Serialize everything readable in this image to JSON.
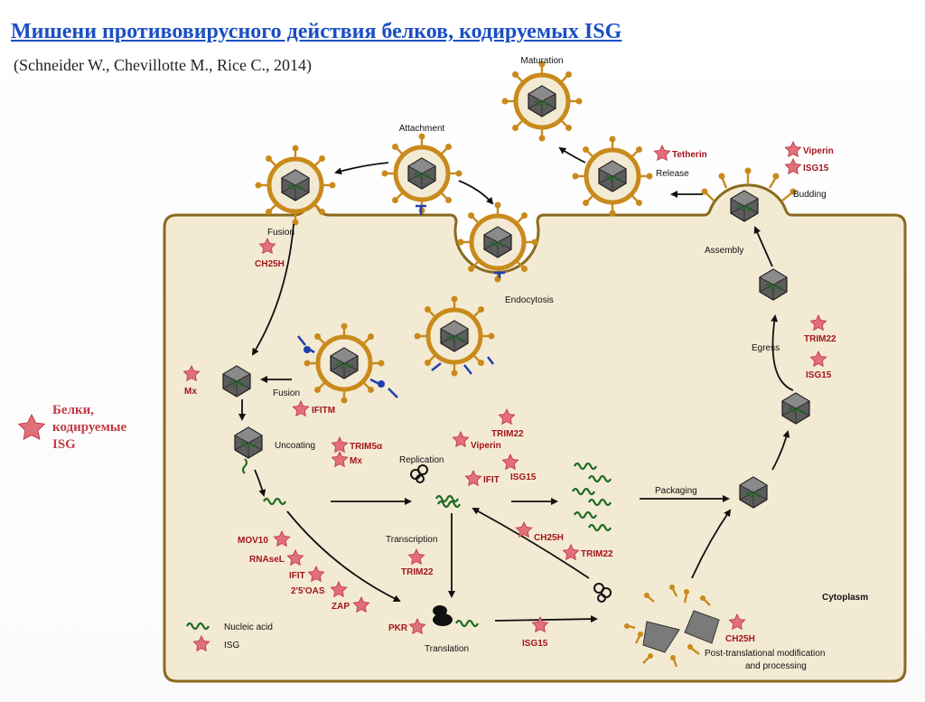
{
  "title": "Мишени противовирусного действия белков, кодируемых ISG",
  "citation": "(Schneider  W., Chevillotte M., Rice C., 2014)",
  "side_legend": {
    "line1": "Белки,",
    "line2": "кодируемые",
    "line3": "ISG"
  },
  "stages": {
    "maturation": "Maturation",
    "attachment": "Attachment",
    "release": "Release",
    "budding": "Budding",
    "fusion_top": "Fusion",
    "endocytosis": "Endocytosis",
    "assembly": "Assembly",
    "egress": "Egress",
    "fusion_mid": "Fusion",
    "uncoating": "Uncoating",
    "replication": "Replication",
    "packaging": "Packaging",
    "transcription": "Transcription",
    "translation": "Translation",
    "cytoplasm": "Cytoplasm",
    "ptm_line1": "Post-translational modification",
    "ptm_line2": "and processing"
  },
  "isgs": {
    "tetherin": "Tetherin",
    "viperin_top": "Viperin",
    "isg15_top": "ISG15",
    "ch25h_fusion": "CH25H",
    "mx_left": "Mx",
    "ifitm": "IFITM",
    "trim5a": "TRIM5α",
    "mx_uncoat": "Mx",
    "trim22_rep": "TRIM22",
    "viperin_rep": "Viperin",
    "ifit_rep": "IFIT",
    "isg15_rep": "ISG15",
    "trim22_egress": "TRIM22",
    "isg15_egress": "ISG15",
    "ch25h_mid": "CH25H",
    "trim22_mid": "TRIM22",
    "mov10": "MOV10",
    "rnasel": "RNAseL",
    "ifit_left": "IFIT",
    "oas": "2'5'OAS",
    "zap": "ZAP",
    "trim22_transc": "TRIM22",
    "pkr": "PKR",
    "isg15_trans": "ISG15",
    "ch25h_ptm": "CH25H"
  },
  "legend": {
    "nucleic_acid": "Nucleic acid",
    "isg": "ISG"
  },
  "colors": {
    "title": "#1a4fc4",
    "cell_fill": "#f3ead3",
    "cell_border": "#8a6a1e",
    "envelope": "#c98a1c",
    "capsid": "#5c5c5c",
    "star": "#d8414a",
    "isg_text": "#a3151c",
    "rna": "#1d6b22"
  }
}
